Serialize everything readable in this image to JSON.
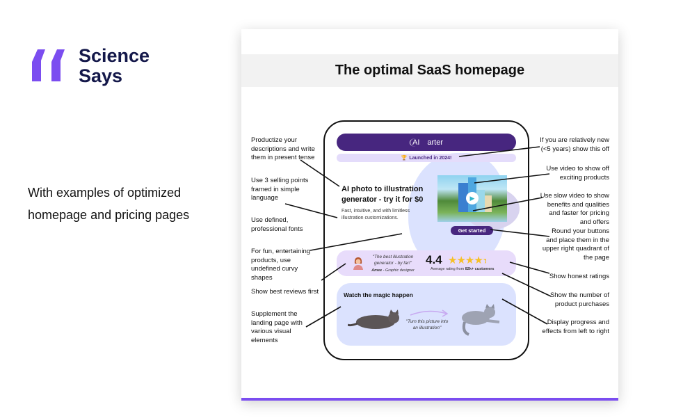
{
  "brand": {
    "line1": "Science",
    "line2": "Says",
    "accent": "#7b4df0",
    "text_color": "#14184a"
  },
  "tagline": {
    "line1": "With examples of optimized",
    "line2": "homepage and pricing pages"
  },
  "card": {
    "title": "The optimal SaaS homepage"
  },
  "left_annotations": [
    {
      "text": "Productize your descriptions and write them in present tense"
    },
    {
      "text": "Use 3 selling points framed in simple language"
    },
    {
      "text": "Use defined, professional fonts"
    },
    {
      "text": "For fun, entertaining products, use undefined curvy shapes"
    },
    {
      "text": "Show best reviews first"
    },
    {
      "text": "Supplement the landing page with various visual elements"
    }
  ],
  "right_annotations": [
    {
      "text": "If you are relatively new (<5 years) show this off"
    },
    {
      "text": "Use video to show off exciting products"
    },
    {
      "text": "Use slow video to show benefits and qualities and faster for pricing and offers"
    },
    {
      "text": "Round your buttons and place them in the upper right quadrant of the page"
    },
    {
      "text": "Show honest ratings"
    },
    {
      "text": "Show the number of product purchases"
    },
    {
      "text": "Display progress and effects from left to right"
    }
  ],
  "mock": {
    "logo_ai": "AI",
    "logo_text": "arter",
    "launched": "Launched in 2024!",
    "headline": "AI photo to illustration generator - try it for $0",
    "subtext": "Fast, intuitive, and with limitless illustration customizations.",
    "cta": "Get started",
    "review_quote": "\"The best illustration generator - by far!\"",
    "reviewer_name": "Amee",
    "reviewer_role": " - Graphic designer",
    "rating": "4.4",
    "rating_value": 4.4,
    "avg_prefix": "Average rating from ",
    "avg_count": "82k+ customers",
    "magic_title": "Watch the magic happen",
    "turn_text": "\"Turn this picture into an illustration\""
  }
}
